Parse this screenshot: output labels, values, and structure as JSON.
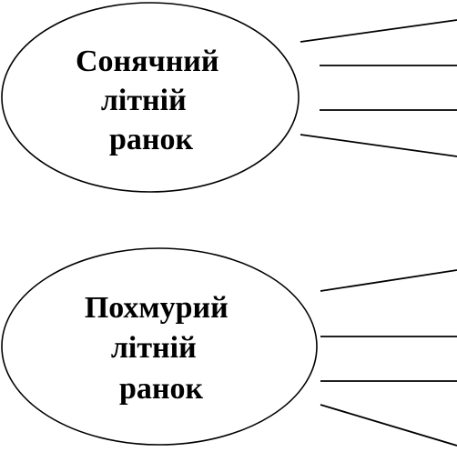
{
  "ovals": [
    {
      "label_lines": [
        "Сонячний",
        "літній",
        "ранок"
      ]
    },
    {
      "label_lines": [
        "Похмурий",
        "літній",
        "ранок"
      ]
    }
  ],
  "colors": {
    "stroke": "#000000",
    "background": "#ffffff"
  }
}
